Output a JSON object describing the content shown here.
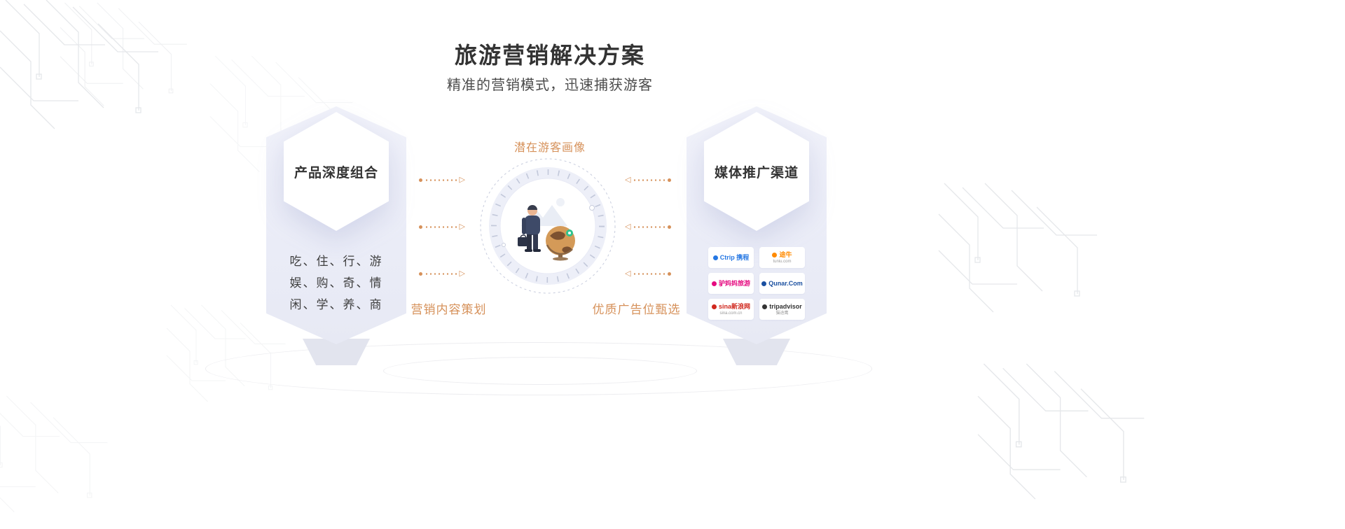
{
  "header": {
    "title": "旅游营销解决方案",
    "subtitle": "精准的营销模式，迅速捕获游客"
  },
  "left_card": {
    "title": "产品深度组合",
    "lines": [
      "吃、住、行、游",
      "娱、购、奇、情",
      "闲、学、养、商"
    ]
  },
  "flow": {
    "top_label": "潜在游客画像",
    "bottom_left_label": "营销内容策划",
    "bottom_right_label": "优质广告位甄选"
  },
  "right_card": {
    "title": "媒体推广渠道",
    "logos": [
      {
        "name": "ctrip",
        "label": "Ctrip 携程",
        "sub": "",
        "color": "#2577e3"
      },
      {
        "name": "tuniu",
        "label": "途牛",
        "sub": "tuniu.com",
        "color": "#ff8a00"
      },
      {
        "name": "lvmama",
        "label": "驴妈妈旅游",
        "sub": "",
        "color": "#e5097f"
      },
      {
        "name": "qunar",
        "label": "Qunar.Com",
        "sub": "",
        "color": "#1a4fa0"
      },
      {
        "name": "sina",
        "label": "sina新浪网",
        "sub": "sina.com.cn",
        "color": "#d0281e"
      },
      {
        "name": "tripadvisor",
        "label": "tripadvisor",
        "sub": "猫途鹰",
        "color": "#333333"
      }
    ]
  },
  "icons": {
    "arrow_right": "▷",
    "arrow_left": "◁"
  },
  "colors": {
    "accent_orange": "#d6915a",
    "title_dark": "#333333",
    "card_lavender": "#eceef8"
  }
}
